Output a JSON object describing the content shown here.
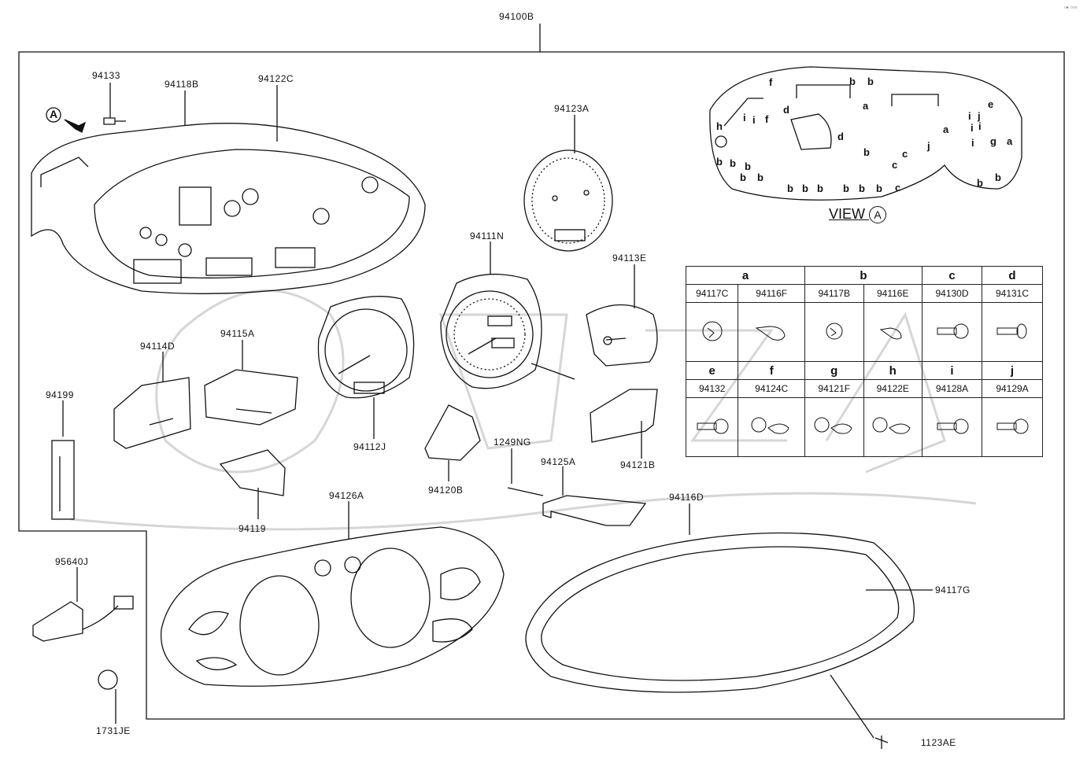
{
  "diagram": {
    "main_assembly": "94100B",
    "view_marker": "A",
    "view_title": "VIEW",
    "parts": {
      "p94133": "94133",
      "p94118B": "94118B",
      "p94122C": "94122C",
      "p94123A": "94123A",
      "p94111N": "94111N",
      "p94113E": "94113E",
      "p94114D": "94114D",
      "p94115A": "94115A",
      "p94199": "94199",
      "p94112J": "94112J",
      "p94120B": "94120B",
      "p1249NG": "1249NG",
      "p94125A": "94125A",
      "p94121B": "94121B",
      "p94119": "94119",
      "p94126A": "94126A",
      "p94116D": "94116D",
      "p95640J": "95640J",
      "p94117G": "94117G",
      "p1731JE": "1731JE",
      "p1123AE": "1123AE"
    },
    "view_a_letters": [
      "f",
      "b",
      "b",
      "i",
      "i",
      "f",
      "d",
      "a",
      "h",
      "d",
      "i",
      "j",
      "e",
      "i",
      "i",
      "a",
      "j",
      "i",
      "g",
      "a",
      "b",
      "c",
      "c",
      "b",
      "b",
      "b",
      "b",
      "b",
      "b",
      "b",
      "b",
      "b",
      "b",
      "b",
      "c",
      "b",
      "b"
    ],
    "legend": {
      "row1": {
        "groups": [
          "a",
          "b",
          "c",
          "d"
        ],
        "parts": [
          "94117C",
          "94116F",
          "94117B",
          "94116E",
          "94130D",
          "94131C"
        ]
      },
      "row2": {
        "groups": [
          "e",
          "f",
          "g",
          "h",
          "i",
          "j"
        ],
        "parts": [
          "94132",
          "94124C",
          "94121F",
          "94122E",
          "94128A",
          "94129A"
        ]
      }
    },
    "watermark_icon": "small-logo-icon"
  }
}
